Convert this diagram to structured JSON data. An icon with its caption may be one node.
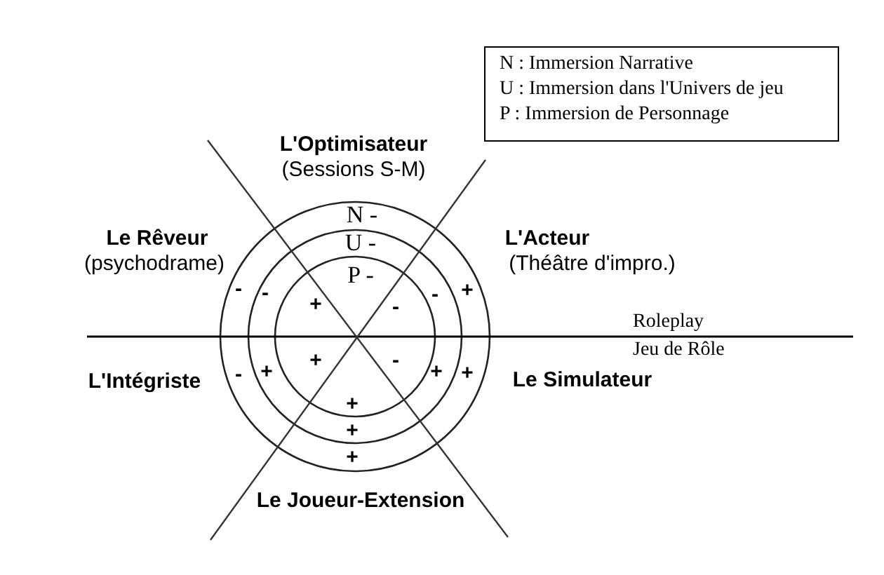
{
  "diagram": {
    "labels": [
      "L'Optimisateur",
      "(Sessions S-M)",
      "N -",
      "U -",
      "P -",
      "Le Rêveur",
      "(psychodrame)",
      "L'Acteur",
      "(Théâtre d'impro.)",
      "-",
      "-",
      "+",
      "-",
      "-",
      "+",
      "Roleplay",
      "Jeu de Rôle",
      "L'Intégriste",
      "-",
      "+",
      "+",
      "-",
      "+",
      "+",
      "Le Simulateur",
      "+",
      "+",
      "+",
      "Le Joueur-Extension"
    ],
    "legend": [
      {
        "text": "N : Immersion Narrative"
      },
      {
        "text": "U : Immersion dans l'Univers de jeu"
      },
      {
        "text": "P : Immersion de Personnage"
      }
    ]
  }
}
